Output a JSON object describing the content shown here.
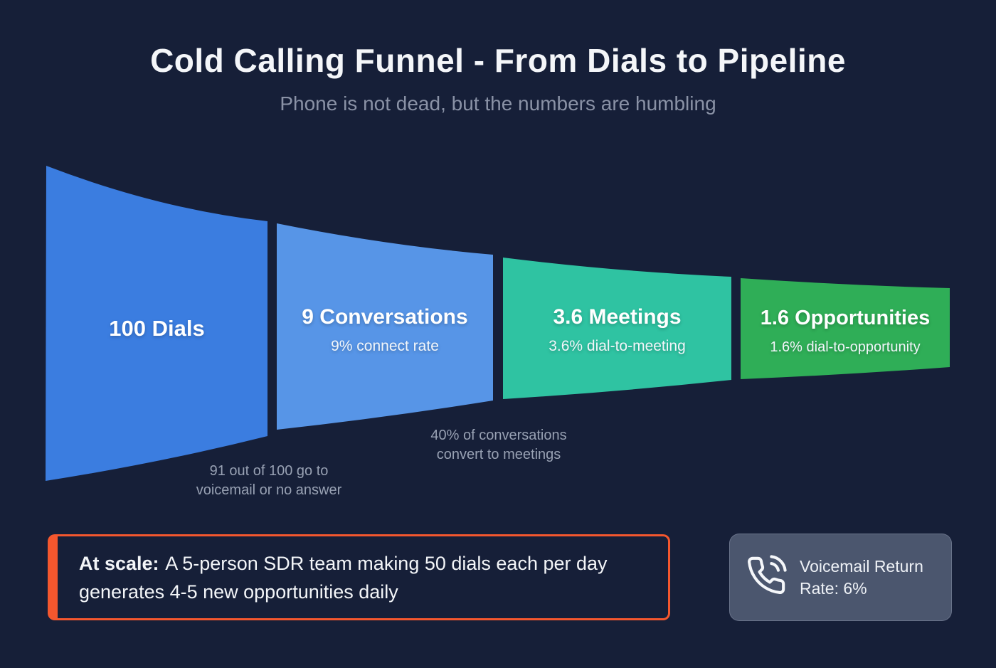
{
  "page": {
    "title": "Cold Calling Funnel - From Dials to Pipeline",
    "subtitle": "Phone is not dead, but the numbers are humbling"
  },
  "funnel": {
    "stages": [
      {
        "label": "100 Dials",
        "sublabel": "",
        "value": 100,
        "color": "#3b7de0"
      },
      {
        "label": "9 Conversations",
        "sublabel": "9% connect rate",
        "value": 9,
        "color": "#5795e7"
      },
      {
        "label": "3.6 Meetings",
        "sublabel": "3.6% dial-to-meeting",
        "value": 3.6,
        "color": "#2fc3a2"
      },
      {
        "label": "1.6 Opportunities",
        "sublabel": "1.6% dial-to-opportunity",
        "value": 1.6,
        "color": "#2fae57"
      }
    ]
  },
  "annotations": {
    "voicemail": {
      "line1": "91 out of 100 go to",
      "line2": "voicemail or no answer"
    },
    "conversion": {
      "line1": "40% of conversations",
      "line2": "convert to meetings"
    }
  },
  "note_box": {
    "bold_label": "At scale:",
    "text": "A 5-person SDR team making 50 dials each per day generates 4-5 new opportunities daily",
    "border_color": "#f4572e"
  },
  "voicemail_card": {
    "icon": "phone-volume-icon",
    "text": "Voicemail Return Rate: 6%"
  },
  "colors": {
    "background": "#161f38",
    "title": "#f4f6f9",
    "subtitle": "#8a92a6",
    "annotation": "#98a1b3"
  },
  "chart_data": {
    "type": "funnel",
    "title": "Cold Calling Funnel - From Dials to Pipeline",
    "subtitle": "Phone is not dead, but the numbers are humbling",
    "stages": [
      "Dials",
      "Conversations",
      "Meetings",
      "Opportunities"
    ],
    "values": [
      100,
      9,
      3.6,
      1.6
    ],
    "stage_labels": [
      "100 Dials",
      "9 Conversations",
      "3.6 Meetings",
      "1.6 Opportunities"
    ],
    "stage_sublabels": [
      "",
      "9% connect rate",
      "3.6% dial-to-meeting",
      "1.6% dial-to-opportunity"
    ],
    "colors": [
      "#3b7de0",
      "#5795e7",
      "#2fc3a2",
      "#2fae57"
    ],
    "legend": "none",
    "annotations": [
      "91 out of 100 go to voicemail or no answer",
      "40% of conversations convert to meetings"
    ],
    "notes": [
      "At scale: A 5-person SDR team making 50 dials each per day generates 4-5 new opportunities daily",
      "Voicemail Return Rate: 6%"
    ]
  }
}
